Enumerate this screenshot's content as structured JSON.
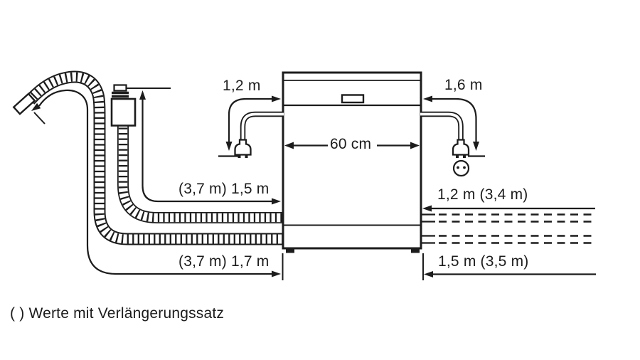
{
  "diagram": {
    "type": "appliance-installation-diagram",
    "appliance": {
      "width_label": "60 cm"
    },
    "measurements": {
      "power_cord_left": "1,2 m",
      "power_cord_right": "1,6 m",
      "supply_hose_left": "(3,7 m) 1,5 m",
      "drain_hose_left": "(3,7 m) 1,7 m",
      "hose_right_upper": "1,2 m (3,4 m)",
      "hose_right_lower": "1,5 m (3,5 m)"
    },
    "caption": "( ) Werte mit Verlängerungssatz",
    "colors": {
      "line": "#1c1c1c",
      "background": "#ffffff"
    },
    "icons": {
      "left_plug": "power-plug-icon",
      "right_plug": "power-plug-icon",
      "right_socket": "power-socket-icon",
      "drain_hose": "corrugated-hose-icon",
      "supply_valve": "aquastop-valve-icon"
    }
  }
}
